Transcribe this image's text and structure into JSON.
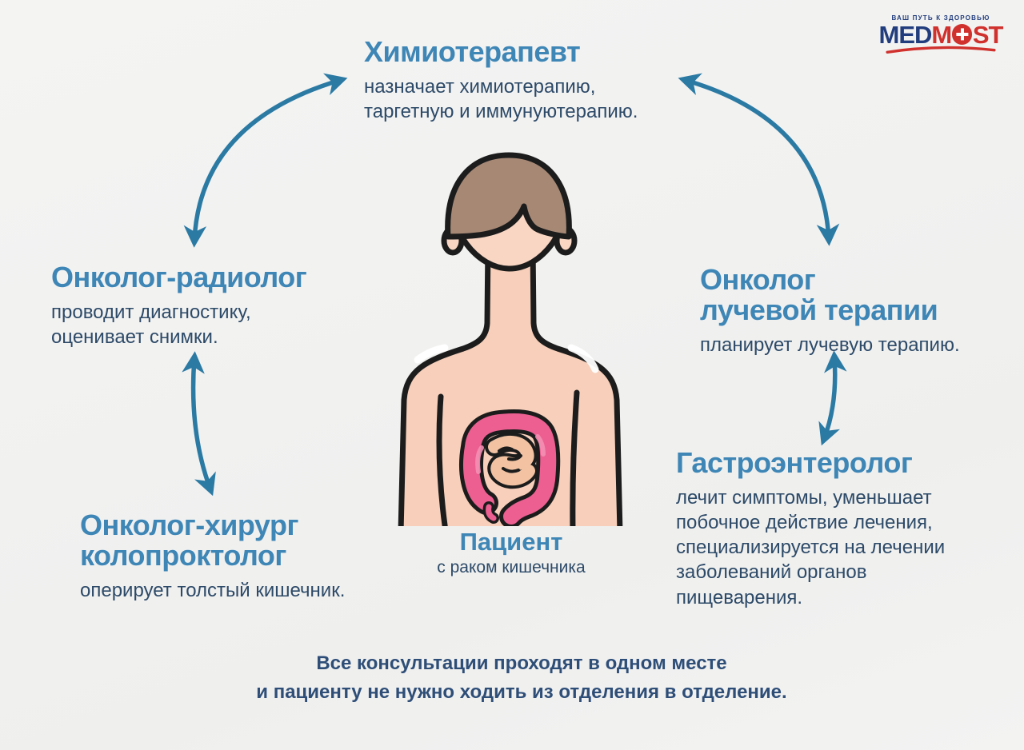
{
  "colors": {
    "background": "#f1f1f0",
    "heading_blue": "#3e86b6",
    "body_navy": "#2d4a68",
    "footer_navy": "#2e4e78",
    "arrow_blue": "#2b7aa4",
    "logo_blue": "#223d7d",
    "logo_red": "#d0312d",
    "skin": "#f7cfba",
    "face": "#f9d6c3",
    "hair_brown": "#a68875",
    "outline_black": "#1c1c1c",
    "colon_pink": "#ec5f90",
    "colon_highlight": "#f48fb4",
    "intestine_peach": "#f2c2a2"
  },
  "logo": {
    "tagline": "ВАШ ПУТЬ К ЗДОРОВЬЮ",
    "med": "MED",
    "m": "M",
    "st": "ST"
  },
  "specialists": {
    "chemotherapist": {
      "title": "Химиотерапевт",
      "description": "назначает химиотерапию,\nтаргетную и иммунуютерапию."
    },
    "radiologist": {
      "title": "Онколог-радиолог",
      "description": "проводит диагностику,\nоценивает снимки."
    },
    "surgeon": {
      "title": "Онколог-хирург\nколопроктолог",
      "description": "оперирует толстый кишечник."
    },
    "radiation_oncologist": {
      "title": "Онколог\nлучевой терапии",
      "description": "планирует лучевую терапию."
    },
    "gastroenterologist": {
      "title": "Гастроэнтеролог",
      "description": "лечит симптомы, уменьшает\nпобочное действие лечения,\nспециализируется на лечении\nзаболеваний органов\nпищеварения."
    }
  },
  "patient": {
    "title": "Пациент",
    "subtitle": "с раком кишечника"
  },
  "footer": {
    "text": "Все консультации проходят в одном месте\nи пациенту не нужно ходить из отделения в отделение."
  }
}
